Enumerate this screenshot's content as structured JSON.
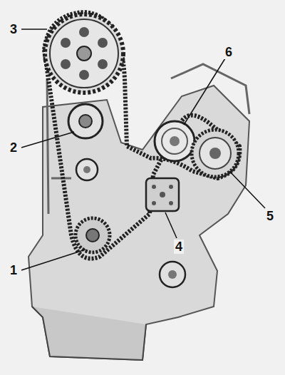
{
  "diagram": {
    "labels": [
      "3",
      "6",
      "2",
      "5",
      "4",
      "1"
    ]
  }
}
